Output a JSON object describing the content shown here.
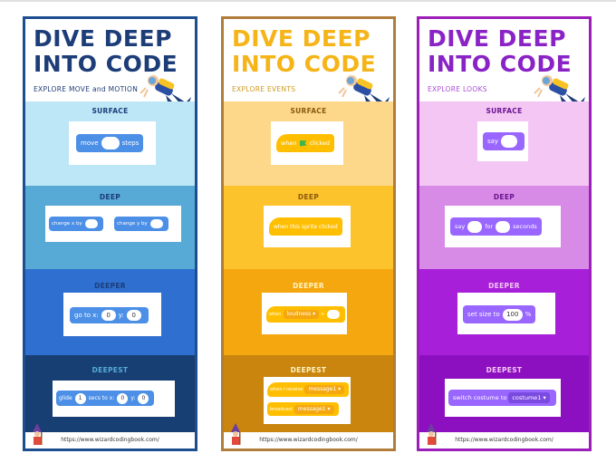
{
  "cards": [
    {
      "title_line1": "DIVE DEEP",
      "title_line2": "INTO CODE",
      "subtitle": "EXPLORE MOVE and MOTION",
      "levels": [
        "SURFACE",
        "DEEP",
        "DEEPER",
        "DEEPEST"
      ],
      "blocks": {
        "surface": {
          "a": "move",
          "b": "steps"
        },
        "deep": {
          "a": "change x by",
          "b": "change y by"
        },
        "deeper": {
          "a": "go to x:",
          "v1": "0",
          "b": "y:",
          "v2": "0"
        },
        "deepest": {
          "a": "glide",
          "v1": "1",
          "b": "secs to x:",
          "v2": "0",
          "c": "y:",
          "v3": "0"
        }
      },
      "footer": "https://www.wizardcodingbook.com/"
    },
    {
      "title_line1": "DIVE DEEP",
      "title_line2": "INTO CODE",
      "subtitle": "EXPLORE EVENTS",
      "levels": [
        "SURFACE",
        "DEEP",
        "DEEPER",
        "DEEPEST"
      ],
      "blocks": {
        "surface": {
          "a": "when",
          "b": "clicked"
        },
        "deep": {
          "a": "when this sprite clicked"
        },
        "deeper": {
          "a": "when",
          "b": "loudness ▾",
          "c": ">"
        },
        "deepest": {
          "a": "when I receive",
          "b": "message1 ▾",
          "c": "broadcast",
          "d": "message1 ▾"
        }
      },
      "footer": "https://www.wizardcodingbook.com/"
    },
    {
      "title_line1": "DIVE DEEP",
      "title_line2": "INTO CODE",
      "subtitle": "EXPLORE LOOKS",
      "levels": [
        "SURFACE",
        "DEEP",
        "DEEPER",
        "DEEPEST"
      ],
      "blocks": {
        "surface": {
          "a": "say"
        },
        "deep": {
          "a": "say",
          "b": "for",
          "c": "seconds"
        },
        "deeper": {
          "a": "set size to",
          "v1": "100",
          "b": "%"
        },
        "deepest": {
          "a": "switch costume to",
          "b": "costume1 ▾"
        }
      },
      "footer": "https://www.wizardcodingbook.com/"
    }
  ],
  "colors": {
    "c1_bands": [
      "#bde6f7",
      "#57a9d6",
      "#2f6fd0",
      "#173f73"
    ],
    "c2_bands": [
      "#fdd88a",
      "#fcc32c",
      "#f5a70f",
      "#c9850e"
    ],
    "c3_bands": [
      "#f3c6f4",
      "#d78be6",
      "#a71fd8",
      "#8c10c0"
    ],
    "motion_block": "#4c8fe6",
    "events_block": "#ffbf00",
    "looks_block": "#9966ff"
  },
  "icons": [
    "diver-icon",
    "wizard-icon",
    "green-flag-icon"
  ]
}
